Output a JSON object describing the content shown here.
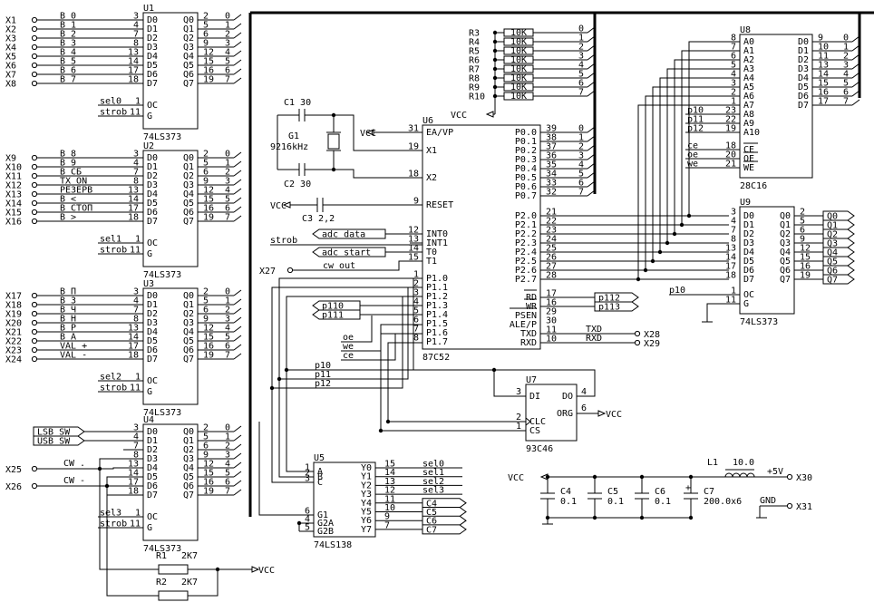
{
  "chips": {
    "u1": {
      "ref": "U1",
      "type": "74LS373"
    },
    "u2": {
      "ref": "U2",
      "type": "74LS373"
    },
    "u3": {
      "ref": "U3",
      "type": "74LS373"
    },
    "u4": {
      "ref": "U4",
      "type": "74LS373"
    },
    "u5": {
      "ref": "U5",
      "type": "74LS138"
    },
    "u6": {
      "ref": "U6",
      "type": "87C52"
    },
    "u7": {
      "ref": "U7",
      "type": "93C46"
    },
    "u8": {
      "ref": "U8",
      "type": "28C16"
    },
    "u9": {
      "ref": "U9",
      "type": "74LS373"
    }
  },
  "latch_pins": {
    "inputs": [
      "D0",
      "D1",
      "D2",
      "D3",
      "D4",
      "D5",
      "D6",
      "D7"
    ],
    "outputs": [
      "Q0",
      "Q1",
      "Q2",
      "Q3",
      "Q4",
      "Q5",
      "Q6",
      "Q7"
    ],
    "in_nums": [
      "3",
      "4",
      "7",
      "8",
      "13",
      "14",
      "17",
      "18"
    ],
    "out_nums": [
      "2",
      "5",
      "6",
      "9",
      "12",
      "15",
      "16",
      "19"
    ],
    "oc": "OC",
    "g": "G",
    "oc_num": "1",
    "g_num": "11",
    "bus_idx": [
      "0",
      "1",
      "2",
      "3",
      "4",
      "5",
      "6",
      "7"
    ]
  },
  "u1": {
    "x_labels": [
      "X1",
      "X2",
      "X3",
      "X4",
      "X5",
      "X6",
      "X7",
      "X8"
    ],
    "signals": [
      "В 0",
      "В 1",
      "В 2",
      "В 3",
      "В 4",
      "В 5",
      "В 6",
      "В 7"
    ],
    "oc_sig": "sel0",
    "g_sig": "strob"
  },
  "u2": {
    "x_labels": [
      "X9",
      "X10",
      "X11",
      "X12",
      "X13",
      "X14",
      "X15",
      "X16"
    ],
    "signals": [
      "В 8",
      "В 9",
      "В СБ",
      "TX ON",
      "РЕЗЕРВ",
      "В <",
      "В СТОП",
      "В >"
    ],
    "oc_sig": "sel1",
    "g_sig": "strob"
  },
  "u3": {
    "x_labels": [
      "X17",
      "X18",
      "X19",
      "X20",
      "X21",
      "X22",
      "X23",
      "X24"
    ],
    "signals": [
      "В П",
      "В З",
      "В Ч",
      "В Н",
      "В Р",
      "В А",
      "VAL +",
      "VAL -"
    ],
    "oc_sig": "sel2",
    "g_sig": "strob"
  },
  "u4": {
    "sw": [
      "LSB SW",
      "USB SW"
    ],
    "x_labels": [
      "X25",
      "X26"
    ],
    "cw": [
      "CW .",
      "CW -"
    ],
    "oc_sig": "sel3",
    "g_sig": "strob"
  },
  "mcu": {
    "left_pins": [
      {
        "num": "31",
        "name": "EA/VP"
      },
      {
        "num": "19",
        "name": "X1"
      },
      {
        "num": "18",
        "name": "X2"
      },
      {
        "num": "9",
        "name": "RESET"
      },
      {
        "num": "12",
        "name": "INT0"
      },
      {
        "num": "13",
        "name": "INT1"
      },
      {
        "num": "14",
        "name": "T0"
      },
      {
        "num": "15",
        "name": "T1"
      }
    ],
    "p1_pins": [
      {
        "num": "1",
        "name": "P1.0"
      },
      {
        "num": "2",
        "name": "P1.1"
      },
      {
        "num": "3",
        "name": "P1.2"
      },
      {
        "num": "4",
        "name": "P1.3"
      },
      {
        "num": "5",
        "name": "P1.4"
      },
      {
        "num": "6",
        "name": "P1.5"
      },
      {
        "num": "7",
        "name": "P1.6"
      },
      {
        "num": "8",
        "name": "P1.7"
      }
    ],
    "p0_pins": [
      {
        "num": "39",
        "name": "P0.0"
      },
      {
        "num": "38",
        "name": "P0.1"
      },
      {
        "num": "37",
        "name": "P0.2"
      },
      {
        "num": "36",
        "name": "P0.3"
      },
      {
        "num": "35",
        "name": "P0.4"
      },
      {
        "num": "34",
        "name": "P0.5"
      },
      {
        "num": "33",
        "name": "P0.6"
      },
      {
        "num": "32",
        "name": "P0.7"
      }
    ],
    "p2_pins": [
      {
        "num": "21",
        "name": "P2.0"
      },
      {
        "num": "22",
        "name": "P2.1"
      },
      {
        "num": "23",
        "name": "P2.2"
      },
      {
        "num": "24",
        "name": "P2.3"
      },
      {
        "num": "25",
        "name": "P2.4"
      },
      {
        "num": "26",
        "name": "P2.5"
      },
      {
        "num": "27",
        "name": "P2.6"
      },
      {
        "num": "28",
        "name": "P2.7"
      }
    ],
    "ctrl_pins": [
      {
        "num": "17",
        "name": "RD"
      },
      {
        "num": "16",
        "name": "WR"
      },
      {
        "num": "29",
        "name": "PSEN"
      },
      {
        "num": "30",
        "name": "ALE/P"
      },
      {
        "num": "11",
        "name": "TXD"
      },
      {
        "num": "10",
        "name": "RXD"
      }
    ],
    "sig_adc_data": "adc data",
    "sig_adc_start": "adc start",
    "sig_strob": "strob",
    "sig_cw_out": "cw out",
    "x27": "X27",
    "p11x": [
      "p110",
      "p111"
    ],
    "p112x": [
      "p112",
      "p113"
    ],
    "txd": "TXD",
    "rxd": "RXD",
    "x28": "X28",
    "x29": "X29",
    "oe_we_ce": [
      "oe",
      "we",
      "ce"
    ],
    "p10_12": [
      "p10",
      "p11",
      "p12"
    ]
  },
  "crystal": {
    "c1": "C1 30",
    "c2": "C2 30",
    "g1": "G1",
    "freq": "9216kHz",
    "c3": "C3 2,2",
    "vcc": "VCC"
  },
  "resistors": {
    "labels": [
      "R3",
      "R4",
      "R5",
      "R6",
      "R7",
      "R8",
      "R9",
      "R10"
    ],
    "value": "10K",
    "vcc": "VCC"
  },
  "eeprom": {
    "addr_pins": [
      "A0",
      "A1",
      "A2",
      "A3",
      "A4",
      "A5",
      "A6",
      "A7",
      "A8",
      "A9",
      "A10"
    ],
    "addr_nums": [
      "8",
      "7",
      "6",
      "5",
      "4",
      "3",
      "2",
      "1",
      "23",
      "22",
      "19"
    ],
    "ctl_pins": [
      "CE",
      "OE",
      "WE"
    ],
    "ctl_nums": [
      "18",
      "20",
      "21"
    ],
    "ctl_sigs": [
      "ce",
      "oe",
      "we"
    ],
    "p_sigs": [
      "p10",
      "p11",
      "p12"
    ],
    "data_pins": [
      "D0",
      "D1",
      "D2",
      "D3",
      "D4",
      "D5",
      "D6",
      "D7"
    ],
    "data_nums": [
      "9",
      "10",
      "11",
      "13",
      "14",
      "15",
      "16",
      "17"
    ]
  },
  "u9": {
    "p10": "p10"
  },
  "decoder": {
    "in_pins": [
      "A",
      "B",
      "C",
      "G1",
      "G2A",
      "G2B"
    ],
    "in_nums": [
      "1",
      "2",
      "3",
      "6",
      "4",
      "5"
    ],
    "out_pins": [
      "Y0",
      "Y1",
      "Y2",
      "Y3",
      "Y4",
      "Y5",
      "Y6",
      "Y7"
    ],
    "out_nums": [
      "15",
      "14",
      "13",
      "12",
      "11",
      "10",
      "9",
      "7"
    ],
    "out_sigs": [
      "sel0",
      "sel1",
      "sel2",
      "sel3",
      "C4",
      "C5",
      "C6",
      "C7"
    ]
  },
  "eeprom93": {
    "pins": [
      "DI",
      "DO",
      "ORG",
      "CLC",
      "CS"
    ],
    "nums": [
      "3",
      "4",
      "6",
      "2",
      "1"
    ],
    "vcc": "VCC"
  },
  "power": {
    "caps": [
      "C4",
      "C5",
      "C6",
      "C7"
    ],
    "values": [
      "0.1",
      "0.1",
      "0.1",
      "200.0x6"
    ],
    "l1": "L1",
    "l1_val": "10.0",
    "p5v": "+5V",
    "gnd": "GND",
    "x30": "X30",
    "x31": "X31",
    "vcc": "VCC",
    "plus": "+"
  },
  "pullups": {
    "r1": "R1",
    "r1_val": "2K7",
    "r2": "R2",
    "r2_val": "2K7",
    "vcc": "VCC"
  }
}
